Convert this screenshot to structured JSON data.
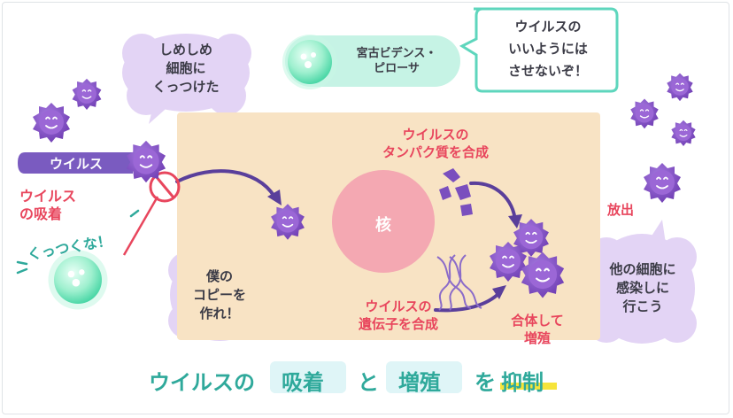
{
  "labels": {
    "virus_tag": "ウイルス",
    "adsorption": "ウイルス\nの吸着",
    "dont_stick": "くっつくな！",
    "speech_stuck": "しめしめ\n細胞に\nくっつけた",
    "speech_copy": "僕の\nコピーを\n作れ！",
    "bacteria_name": "宮古ビデンス・\nピローサ",
    "speech_block": "ウイルスの\nいいようには\nさせないぞ！",
    "protein": "ウイルスの\nタンパク質を合成",
    "nucleus": "核",
    "gene": "ウイルスの\n遺伝子を合成",
    "assemble": "合体して\n増殖",
    "release": "放出",
    "speech_infect": "他の細胞に\n感染しに\n行こう"
  },
  "footer": {
    "part1": "ウイルスの",
    "box1": "吸着",
    "part2": "と",
    "box2": "増殖",
    "part3": "を",
    "part4": "抑制"
  },
  "colors": {
    "cell": "#f8e3c4",
    "nucleus": "#f4a8b2",
    "virus": "#8a4fc7",
    "speech": "#e3d4f5",
    "accent_teal": "#2fa99b",
    "accent_pink": "#e8465d",
    "arrow": "#5a3f9b"
  }
}
